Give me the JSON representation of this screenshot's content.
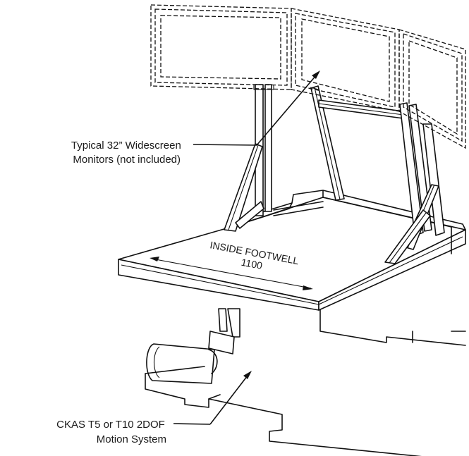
{
  "labels": {
    "monitors": [
      "Typical 32” Widescreen",
      "Monitors (not included)"
    ],
    "footwell": [
      "INSIDE FOOTWELL",
      "1100"
    ],
    "motion": [
      "CKAS T5 or T10 2DOF",
      "Motion System"
    ]
  }
}
